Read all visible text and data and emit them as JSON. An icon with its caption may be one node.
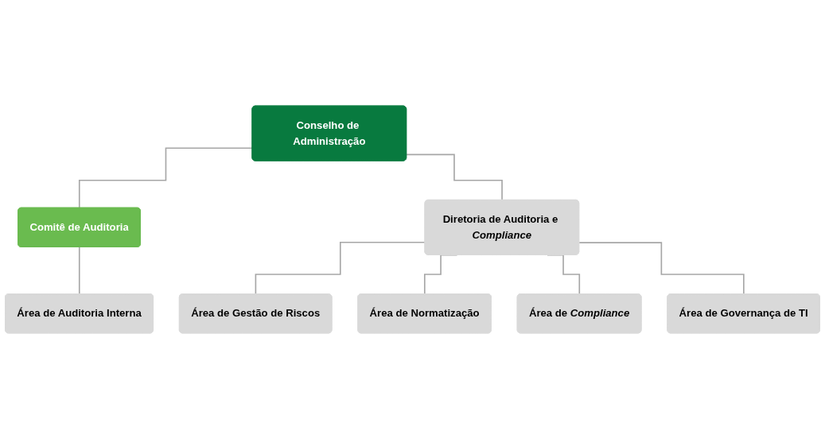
{
  "diagram": {
    "nodes": [
      {
        "text": [
          "Conselho de Administração"
        ]
      },
      {
        "text": [
          "Comitê de Auditoria"
        ]
      },
      {
        "text": [
          "Diretoria de Auditoria e *Compliance*"
        ]
      },
      {
        "text": [
          "Área de Auditoria Interna"
        ]
      },
      {
        "text": [
          "Área de Gestão de Riscos"
        ]
      },
      {
        "text": [
          "Área de Normatização"
        ]
      },
      {
        "text": [
          "Área de *Compliance*"
        ]
      },
      {
        "text": [
          "Área de Governança de TI"
        ]
      }
    ],
    "edges": [
      {
        "from": 0,
        "to": 1,
        "arrow": "none"
      },
      {
        "from": 0,
        "to": 2,
        "arrow": "none"
      },
      {
        "from": 1,
        "to": 3,
        "arrow": "none"
      },
      {
        "from": 2,
        "to": 4,
        "arrow": "none"
      },
      {
        "from": 2,
        "to": 5,
        "arrow": "none"
      },
      {
        "from": 2,
        "to": 6,
        "arrow": "none"
      },
      {
        "from": 2,
        "to": 7,
        "arrow": "none"
      }
    ]
  }
}
